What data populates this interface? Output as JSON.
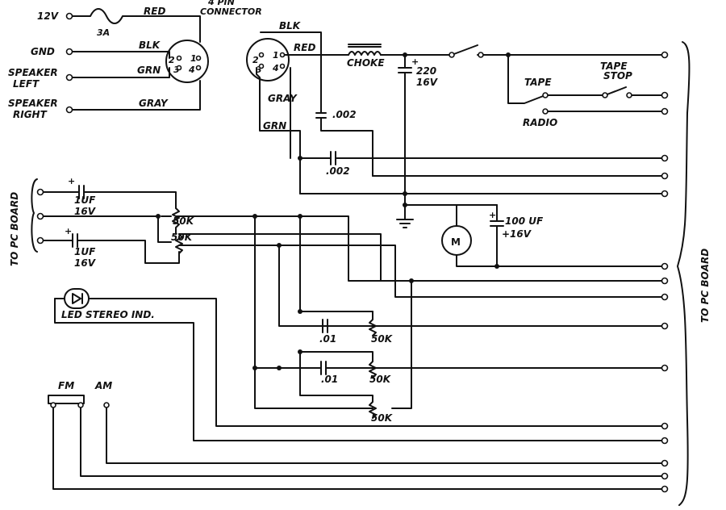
{
  "labels": {
    "v12": "12V",
    "fuse": "3A",
    "red_top": "RED",
    "connector_line1": "4 PIN",
    "connector_line2": "CONNECTOR",
    "gnd": "GND",
    "blk_left": "BLK",
    "speaker_left_1": "SPEAKER",
    "speaker_left_2": "LEFT",
    "grn_left": "GRN",
    "speaker_right_1": "SPEAKER",
    "speaker_right_2": "RIGHT",
    "gray_left": "GRAY",
    "plug_pins_left": [
      "2",
      "3",
      "1",
      "4"
    ],
    "plug_pins_right": [
      "2",
      "3",
      "1",
      "4"
    ],
    "blk_right": "BLK",
    "red_right": "RED",
    "gray_right": "GRAY",
    "grn_right": "GRN",
    "choke": "CHOKE",
    "cap_220": "220",
    "cap_220_v": "16V",
    "cap_002a": ".002",
    "cap_002b": ".002",
    "tape": "TAPE",
    "tape_stop_1": "TAPE",
    "tape_stop_2": "STOP",
    "radio": "RADIO",
    "pc_board_left": "TO PC BOARD",
    "pc_board_right": "TO PC BOARD",
    "cap_1uf_a": "1UF",
    "cap_1uf_a_v": "16V",
    "cap_1uf_b": "1UF",
    "cap_1uf_b_v": "16V",
    "pot_50k_a": "50K",
    "pot_50k_b": "50K",
    "motor": "M",
    "cap_100uf": "100 UF",
    "cap_100uf_v": "+16V",
    "led": "LED STEREO IND.",
    "cap_01a": ".01",
    "pot_50k_c": "50K",
    "cap_01b": ".01",
    "pot_50k_d": "50K",
    "pot_50k_e": "50K",
    "fm": "FM",
    "am": "AM"
  }
}
